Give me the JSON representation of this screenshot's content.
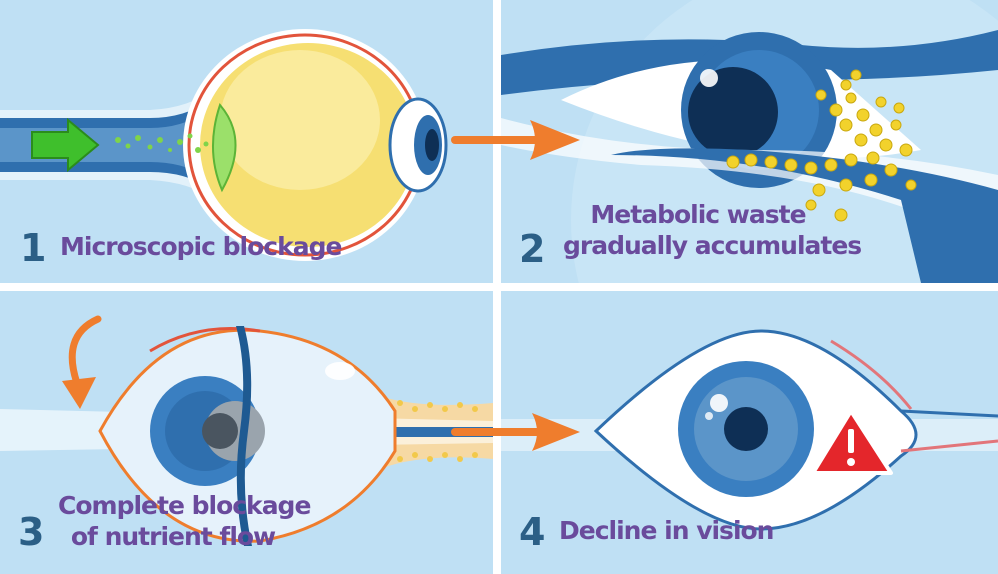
{
  "steps": [
    {
      "number": "1",
      "lines": [
        "Microscopic blockage"
      ]
    },
    {
      "number": "2",
      "lines": [
        "Metabolic waste",
        "gradually accumulates"
      ]
    },
    {
      "number": "3",
      "lines": [
        "Complete blockage",
        "of nutrient flow"
      ]
    },
    {
      "number": "4",
      "lines": [
        "Decline in vision"
      ]
    }
  ],
  "colors": {
    "background": "#bfe0f4",
    "vessel": "#2f6fae",
    "caption": "#6a4b9c",
    "step_number": "#2b5f86",
    "arrow": "#ef7d2d",
    "flow_arrow": "#3fbf2c",
    "waste_particles": "#f2d22c",
    "warning": "#e4262b"
  },
  "icons": [
    "flow-arrow-icon",
    "transition-arrow-icon",
    "warning-icon"
  ]
}
